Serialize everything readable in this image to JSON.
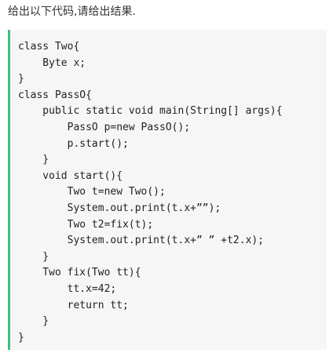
{
  "question": {
    "text": "给出以下代码,请给出结果."
  },
  "accent_color": "#3fbf7f",
  "code_block": {
    "lines": [
      "class Two{",
      "    Byte x;",
      "}",
      "class PassO{",
      "    public static void main(String[] args){",
      "        PassO p=new PassO();",
      "        p.start();",
      "    }",
      "    void start(){",
      "        Two t=new Two();",
      "        System.out.print(t.x+””);",
      "        Two t2=fix(t);",
      "        System.out.print(t.x+” ” +t2.x);",
      "    }",
      "    Two fix(Two tt){",
      "        tt.x=42;",
      "        return tt;",
      "    }",
      "}"
    ]
  }
}
